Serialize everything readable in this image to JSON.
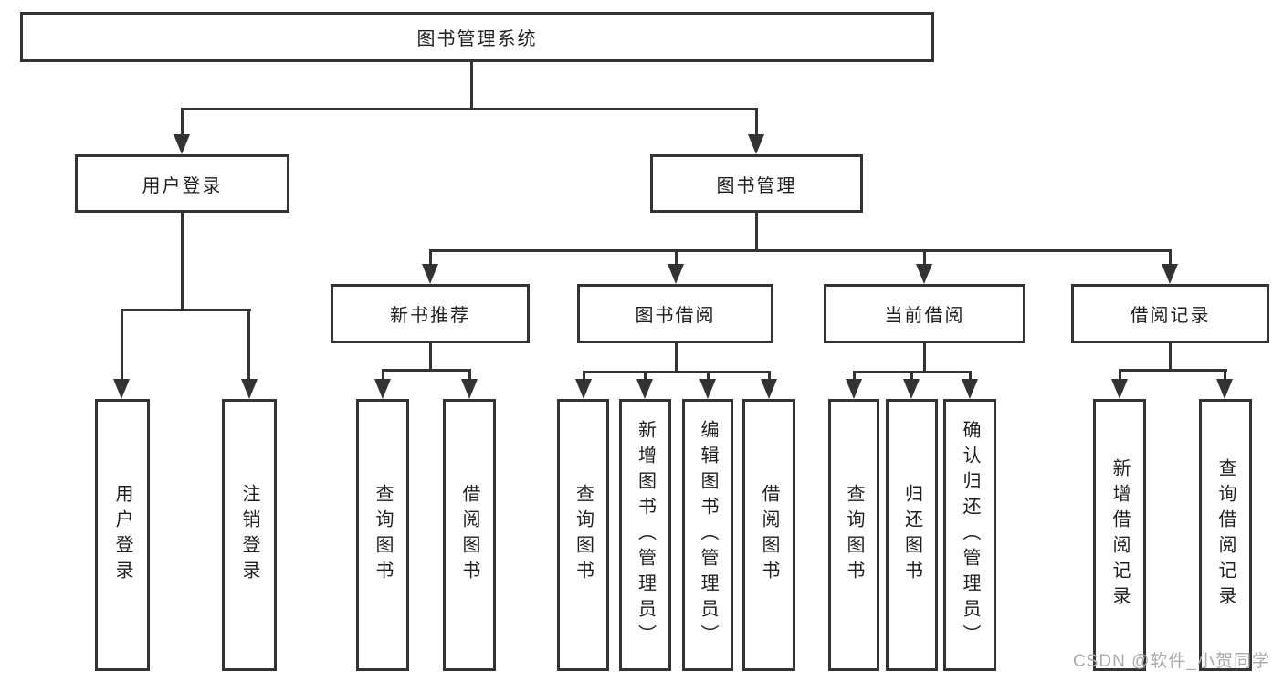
{
  "colors": {
    "border": "#333333",
    "text": "#1f1f1f",
    "watermark": "#ababab",
    "background": "#ffffff"
  },
  "watermark": {
    "text": "CSDN @软件_小贺同学"
  },
  "tree": {
    "root": {
      "label": "图书管理系统",
      "children": [
        {
          "label": "用户登录",
          "children": [
            {
              "label": "用户登录"
            },
            {
              "label": "注销登录"
            }
          ]
        },
        {
          "label": "图书管理",
          "children": [
            {
              "label": "新书推荐",
              "children": [
                {
                  "label": "查询图书"
                },
                {
                  "label": "借阅图书"
                }
              ]
            },
            {
              "label": "图书借阅",
              "children": [
                {
                  "label": "查询图书"
                },
                {
                  "label": "新增图书（管理员）"
                },
                {
                  "label": "编辑图书（管理员）"
                },
                {
                  "label": "借阅图书"
                }
              ]
            },
            {
              "label": "当前借阅",
              "children": [
                {
                  "label": "查询图书"
                },
                {
                  "label": "归还图书"
                },
                {
                  "label": "确认归还（管理员）"
                }
              ]
            },
            {
              "label": "借阅记录",
              "children": [
                {
                  "label": "新增借阅记录"
                },
                {
                  "label": "查询借阅记录"
                }
              ]
            }
          ]
        }
      ]
    }
  }
}
